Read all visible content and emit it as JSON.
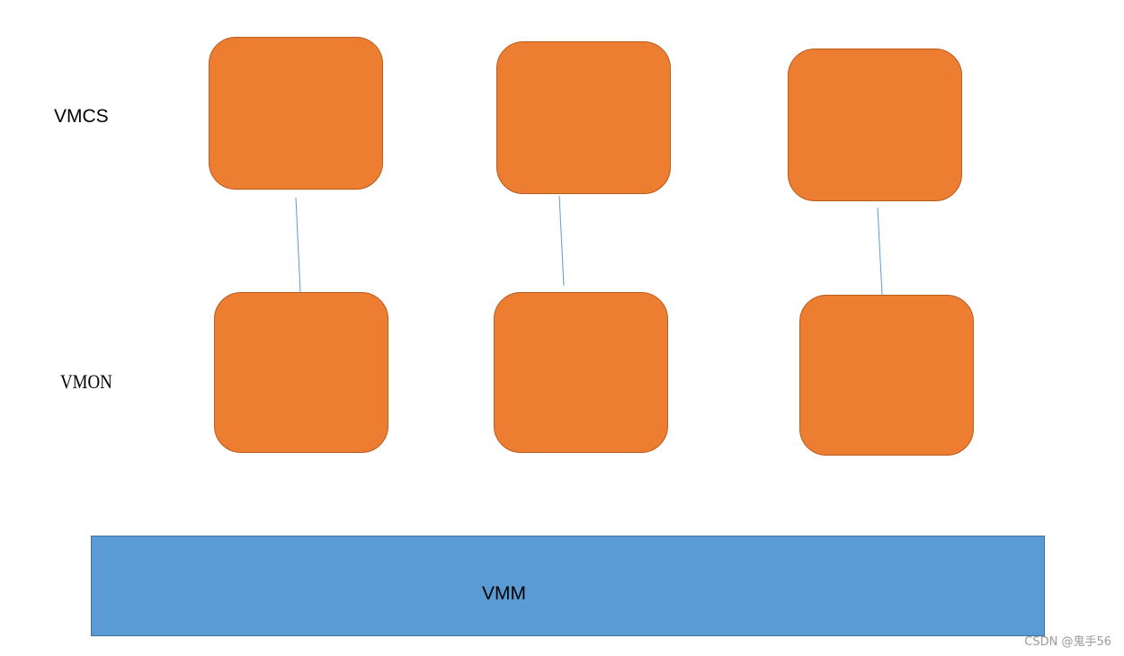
{
  "colors": {
    "box_fill": "#ed7d31",
    "vmm_fill": "#5b9bd5",
    "connector": "#5b9bd5"
  },
  "labels": {
    "vmcs": "VMCS",
    "vmon": "VMON",
    "vmm": "VMM"
  },
  "watermark": "CSDN @鬼手56",
  "columns": [
    {
      "vmcs_box": "VMCS",
      "vmon_box": "VMON"
    },
    {
      "vmcs_box": "VMCS",
      "vmon_box": "VMON"
    },
    {
      "vmcs_box": "VMCS",
      "vmon_box": "VMON"
    }
  ]
}
